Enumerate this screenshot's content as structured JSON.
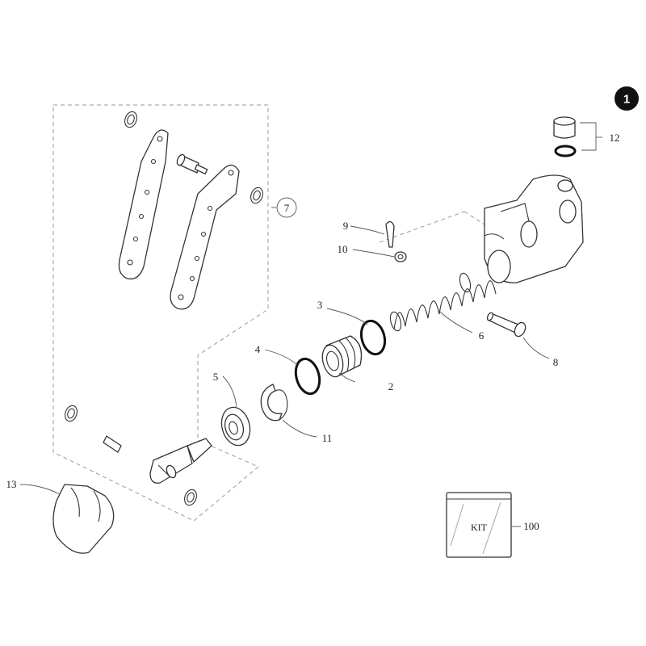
{
  "diagram": {
    "badge": "1",
    "callouts": {
      "c2": "2",
      "c3": "3",
      "c4": "4",
      "c5": "5",
      "c6": "6",
      "c7": "7",
      "c8": "8",
      "c9": "9",
      "c10": "10",
      "c11": "11",
      "c12": "12",
      "c13": "13",
      "c100": "100"
    },
    "kit_label": "KIT",
    "colors": {
      "line": "#333333",
      "ring": "#111111",
      "dashed": "#9a9a9a",
      "badge": "#111111",
      "background": "#ffffff"
    }
  }
}
